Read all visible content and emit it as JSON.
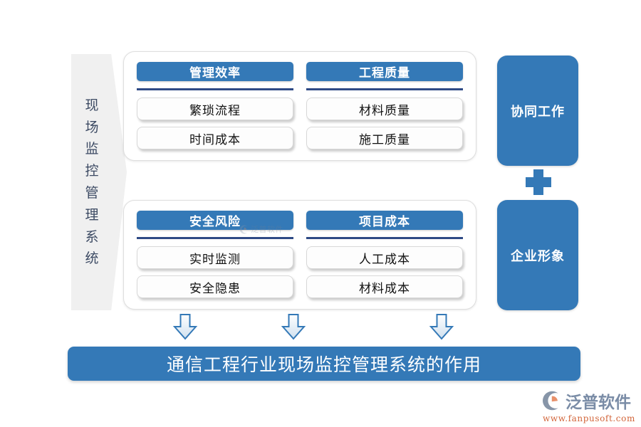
{
  "left_banner": {
    "label": "现场监控管理系统",
    "vertical_text": "现\n场\n监\n控\n管\n理\n系\n统"
  },
  "cards": [
    {
      "id": "card-top",
      "columns": [
        {
          "header": "管理效率",
          "items": [
            "繁琐流程",
            "时间成本"
          ]
        },
        {
          "header": "工程质量",
          "items": [
            "材料质量",
            "施工质量"
          ]
        }
      ]
    },
    {
      "id": "card-bottom",
      "columns": [
        {
          "header": "安全风险",
          "items": [
            "实时监测",
            "安全隐患"
          ]
        },
        {
          "header": "项目成本",
          "items": [
            "人工成本",
            "材料成本"
          ]
        }
      ]
    }
  ],
  "right_boxes": [
    {
      "label": "协同工作"
    },
    {
      "label": "企业形象"
    }
  ],
  "connector": {
    "icon": "plus-icon"
  },
  "arrows": [
    {
      "icon": "arrow-down-icon"
    },
    {
      "icon": "arrow-down-icon"
    },
    {
      "icon": "arrow-down-icon"
    }
  ],
  "bottom_banner": {
    "text": "通信工程行业现场监控管理系统的作用"
  },
  "watermark": {
    "text": "泛普软件",
    "icon": "logo-mark-icon"
  },
  "brand": {
    "name": "泛普软件",
    "url": "www.fanpusoft.com",
    "icon": "logo-mark-icon"
  },
  "colors": {
    "accent_blue": "#3479b7",
    "rule_navy": "#2e4a85",
    "banner_gray": "#f0f0f0",
    "chip_border": "#d8d8d8",
    "brand_gray": "#7a8ca6",
    "brand_orange": "#d2653a"
  }
}
